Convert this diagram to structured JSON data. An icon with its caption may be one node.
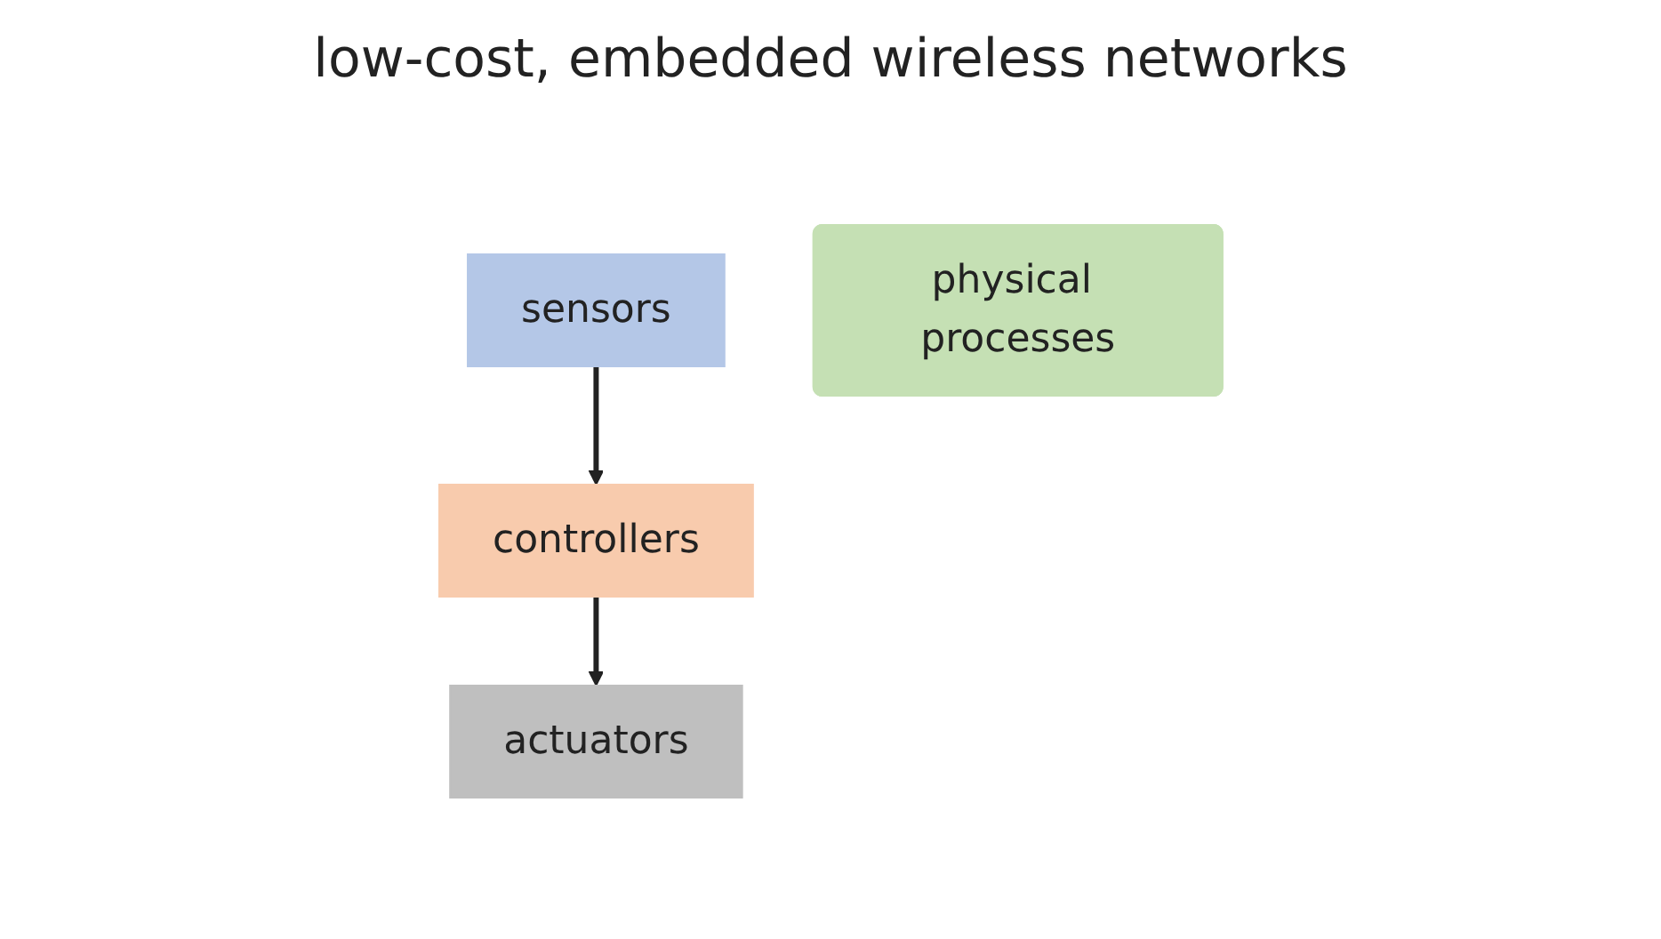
{
  "diagram": {
    "nodes": [
      {
        "text": [
          "controllers"
        ]
      },
      {
        "text": [
          "sensors"
        ]
      },
      {
        "text": [
          "actuators"
        ]
      },
      {
        "text": [
          "physical processes"
        ]
      }
    ],
    "edges": [
      {
        "from": 1,
        "to": 0,
        "arrow": "to"
      },
      {
        "from": 0,
        "to": 2,
        "arrow": "to"
      }
    ],
    "labels": [
      "low-cost, embedded wireless networks"
    ]
  }
}
